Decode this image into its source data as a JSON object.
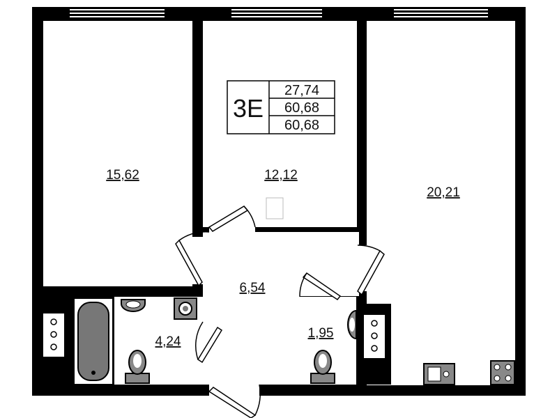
{
  "apartment": {
    "type_code": "3E",
    "areas": [
      "27,74",
      "60,68",
      "60,68"
    ]
  },
  "rooms": [
    {
      "id": "bedroom-left",
      "area": "15,62"
    },
    {
      "id": "bedroom-middle",
      "area": "12,12"
    },
    {
      "id": "living-kitchen",
      "area": "20,21"
    },
    {
      "id": "hallway",
      "area": "6,54"
    },
    {
      "id": "bathroom",
      "area": "4,24"
    },
    {
      "id": "toilet",
      "area": "1,95"
    }
  ],
  "colors": {
    "wall": "#000000",
    "floor": "#ffffff",
    "fixture": "#5a5a5a"
  }
}
